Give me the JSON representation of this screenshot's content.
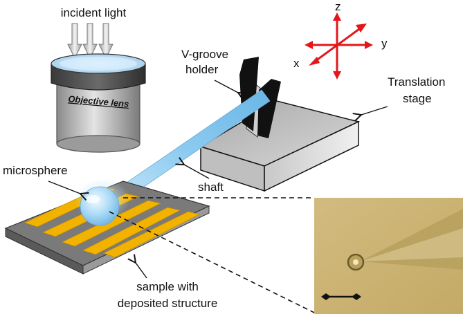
{
  "labels": {
    "incident_light": "incident light",
    "objective_lens": "Objective lens",
    "vgroove_line1": "V-groove",
    "vgroove_line2": "holder",
    "translation_line1": "Translation",
    "translation_line2": "stage",
    "microsphere": "microsphere",
    "shaft": "shaft",
    "sample_line1": "sample with",
    "sample_line2": "deposited structure"
  },
  "axes": {
    "x": "x",
    "y": "y",
    "z": "z"
  },
  "colors": {
    "axis_arrows": "#e4161b",
    "gold_strips": "#f2b300",
    "substrate": "#6e6e6e",
    "shaft": "#7cc3ea",
    "micrograph_bg": "#c9b170"
  },
  "icons": [
    "incident-light-arrows",
    "objective-lens",
    "xyz-axes",
    "v-groove-holder",
    "translation-stage",
    "microsphere",
    "sample-substrate",
    "scale-bar"
  ]
}
